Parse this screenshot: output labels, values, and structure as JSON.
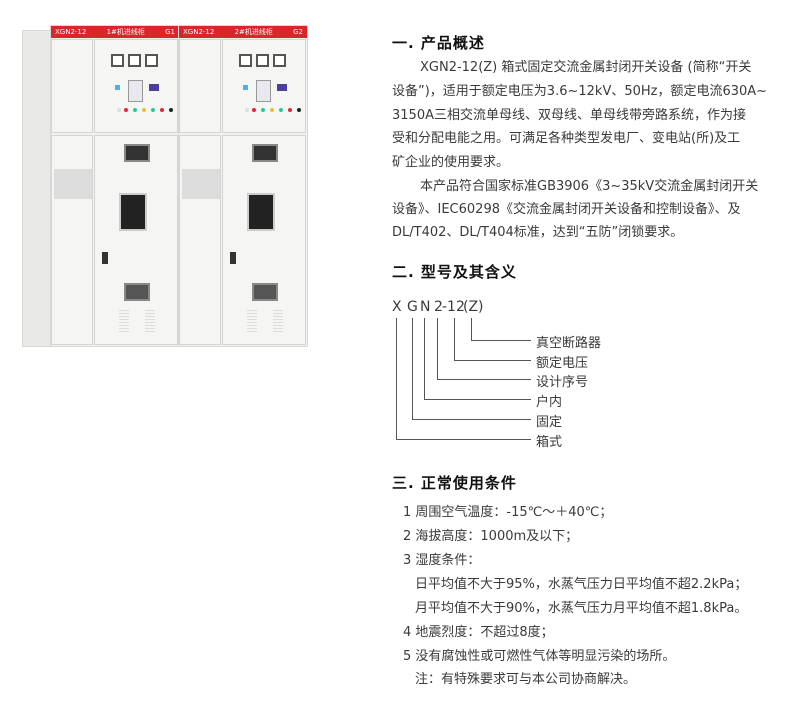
{
  "product_image": {
    "cabinets": [
      {
        "model": "XGN2-12",
        "name": "1#机进线柜",
        "code": "G1"
      },
      {
        "model": "XGN2-12",
        "name": "2#机进线柜",
        "code": "G2"
      }
    ]
  },
  "section1": {
    "title": "一. 产品概述",
    "lines": [
      "XGN2-12(Z) 箱式固定交流金属封闭开关设备 (简称“开关",
      "设备”)，适用于额定电压为3.6~12kV、50Hz，额定电流630A~",
      "3150A三相交流单母线、双母线、单母线带旁路系统，作为接",
      "受和分配电能之用。可满足各种类型发电厂、变电站(所)及工",
      "矿企业的使用要求。",
      "本产品符合国家标准GB3906《3~35kV交流金属封闭开关",
      "设备》、IEC60298《交流金属封闭开关设备和控制设备》、及",
      "DL/T402、DL/T404标准，达到“五防”闭锁要求。"
    ]
  },
  "section2": {
    "title": "二. 型号及其含义",
    "model_parts": [
      "X",
      "G",
      "N",
      "2",
      "-12",
      "(Z)"
    ],
    "meanings": [
      "真空断路器",
      "额定电压",
      "设计序号",
      "户内",
      "固定",
      "箱式"
    ]
  },
  "section3": {
    "title": "三. 正常使用条件",
    "items": [
      "1 周围空气温度：-15℃～＋40℃；",
      "2 海拔高度：1000m及以下；",
      "3 湿度条件：",
      "日平均值不大于95%，水蒸气压力日平均值不超2.2kPa；",
      "月平均值不大于90%，水蒸气压力月平均值不超1.8kPa。",
      "4 地震烈度：不超过8度；",
      "5 没有腐蚀性或可燃性气体等明显污染的场所。",
      "注：有特殊要求可与本公司协商解决。"
    ]
  }
}
